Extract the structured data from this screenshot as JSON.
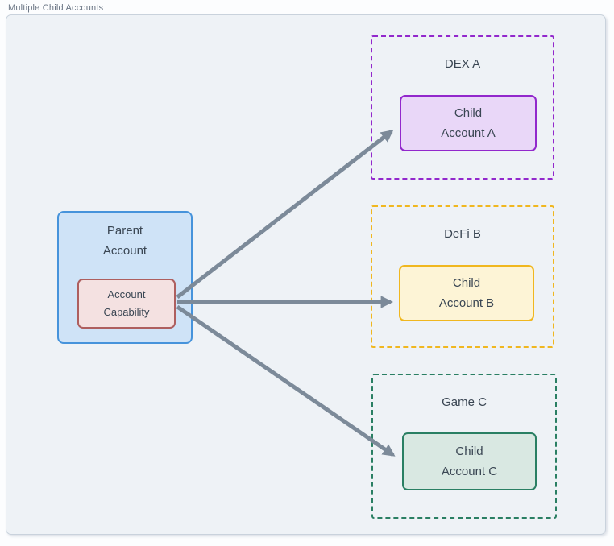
{
  "title": "Multiple Child Accounts",
  "diagram": {
    "parent": {
      "label_line1": "Parent",
      "label_line2": "Account",
      "fill": "#cfe3f7",
      "border": "#4693db",
      "capability": {
        "label_line1": "Account",
        "label_line2": "Capability",
        "fill": "#f4e1e1",
        "border": "#ae5f5f"
      }
    },
    "groups": [
      {
        "label": "DEX A",
        "child_line1": "Child",
        "child_line2": "Account A",
        "accent": "#9228cc",
        "child_fill": "#e9d7f8"
      },
      {
        "label": "DeFi B",
        "child_line1": "Child",
        "child_line2": "Account B",
        "accent": "#f0b71f",
        "child_fill": "#fdf4d6"
      },
      {
        "label": "Game C",
        "child_line1": "Child",
        "child_line2": "Account C",
        "accent": "#2a7f63",
        "child_fill": "#d9e8e2"
      }
    ],
    "arrow_color": "#7c8a99",
    "canvas_bg": "#eef2f6",
    "text_color": "#3a4653"
  }
}
